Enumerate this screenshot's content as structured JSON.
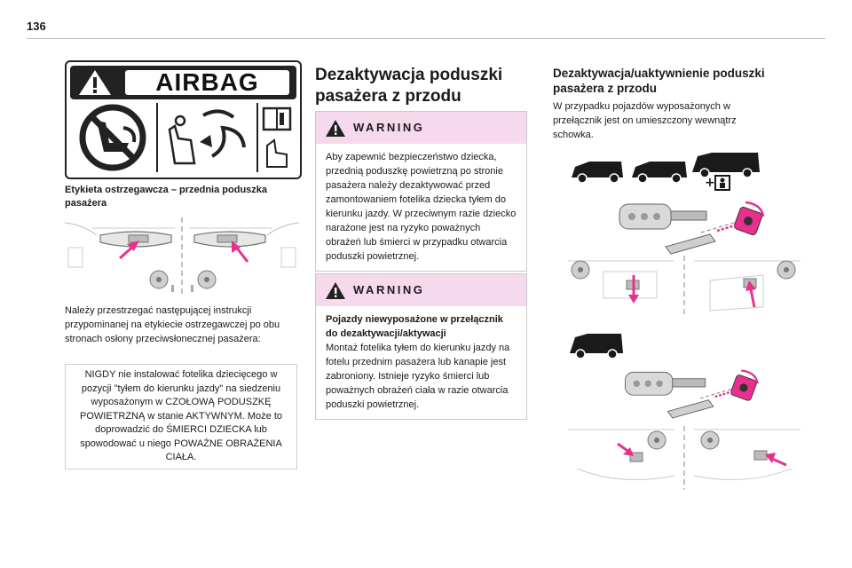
{
  "page": {
    "number": "136"
  },
  "col1": {
    "airbag_label_word": "AIRBAG",
    "caption": "Etykieta ostrzegawcza – przednia poduszka pasażera",
    "instruction": "Należy przestrzegać następującej instrukcji przypominanej na etykiecie ostrzegawczej po obu stronach osłony przeciwsłonecznej pasażera:",
    "notice": "NIGDY nie instalować fotelika dziecięcego w pozycji \"tyłem do kierunku jazdy\" na siedzeniu wyposażonym w CZOŁOWĄ PODUSZKĘ POWIETRZNĄ w stanie AKTYWNYM. Może to doprowadzić do ŚMIERCI DZIECKA lub spowodować u niego POWAŻNE OBRAŻENIA CIAŁA."
  },
  "col2": {
    "heading": "Dezaktywacja poduszki pasażera z przodu",
    "warning1": {
      "title": "WARNING",
      "text": "Aby zapewnić bezpieczeństwo dziecka, przednią poduszkę powietrzną po stronie pasażera należy dezaktywować przed zamontowaniem fotelika dziecka tyłem do kierunku jazdy. W przeciwnym razie dziecko narażone jest na ryzyko poważnych obrażeń lub śmierci w przypadku otwarcia poduszki powietrznej."
    },
    "warning2": {
      "title": "WARNING",
      "bold_text": "Pojazdy niewyposażone w przełącznik do dezaktywacji/aktywacji",
      "text": "Montaż fotelika tyłem do kierunku jazdy na fotelu przednim pasażera lub kanapie jest zabroniony. Istnieje ryzyko śmierci lub poważnych obrażeń ciała w razie otwarcia poduszki powietrznej."
    }
  },
  "col3": {
    "heading": "Dezaktywacja/uaktywnienie poduszki pasażera z przodu",
    "text": "W przypadku pojazdów wyposażonych w przełącznik jest on umieszczony wewnątrz schowka."
  },
  "colors": {
    "accent_pink": "#e8318f",
    "warning_band": "#f7d9ee",
    "rule": "#bdbdbd"
  },
  "icons": [
    "warning-triangle-icon",
    "no-rear-facing-seat-icon",
    "airbag-deploy-icon",
    "manual-read-icon",
    "van-icon",
    "key-icon",
    "airbag-switch-icon",
    "steering-wheel-icon",
    "arrow-icon"
  ]
}
